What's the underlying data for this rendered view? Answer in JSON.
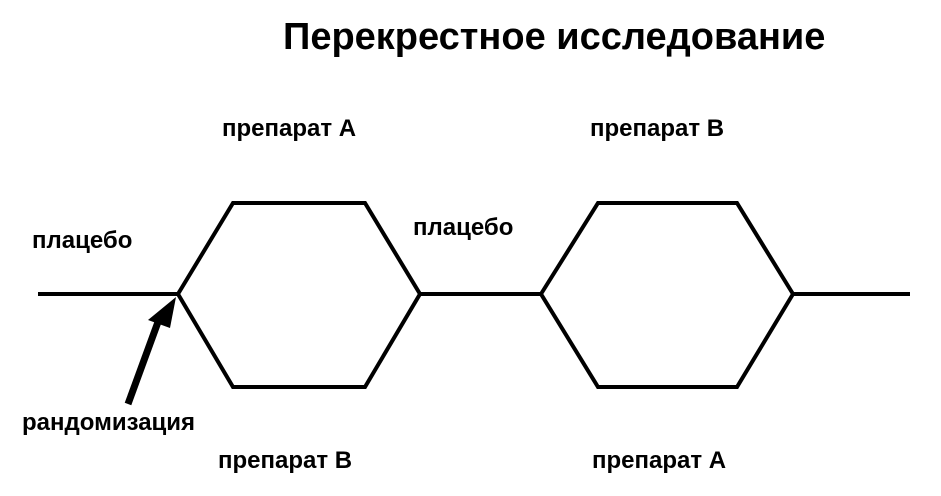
{
  "title": "Перекрестное исследование",
  "labels": {
    "top_left": "препарат A",
    "top_right": "препарат B",
    "placebo_left": "плацебо",
    "placebo_middle": "плацебо",
    "randomization": "рандомизация",
    "bottom_left": "препарат B",
    "bottom_right": "препарат A"
  },
  "colors": {
    "line": "#000000",
    "background": "#ffffff"
  }
}
